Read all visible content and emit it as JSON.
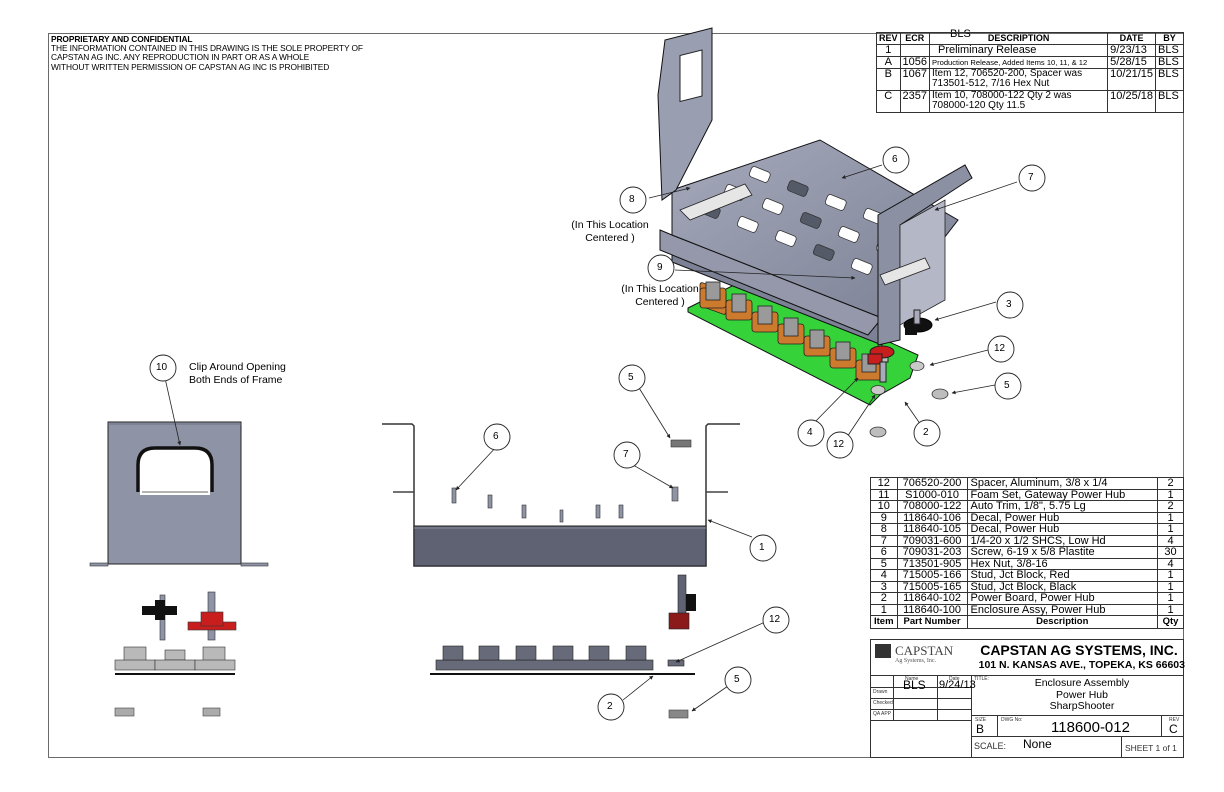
{
  "notice": {
    "heading": "PROPRIETARY AND CONFIDENTIAL",
    "lines": [
      "THE INFORMATION CONTAINED IN THIS DRAWING IS THE SOLE PROPERTY OF",
      "CAPSTAN AG INC. ANY REPRODUCTION IN PART OR AS A WHOLE",
      "WITHOUT WRITTEN PERMISSION OF CAPSTAN AG INC IS PROHIBITED"
    ]
  },
  "revision_table": {
    "headers": {
      "rev": "REV",
      "ecr": "ECR",
      "description": "DESCRIPTION",
      "date": "DATE",
      "by": "BY"
    },
    "overlap_text": "BLS",
    "rows": [
      {
        "rev": "1",
        "ecr": "",
        "description": "Preliminary Release",
        "date": "9/23/13",
        "by": "BLS"
      },
      {
        "rev": "A",
        "ecr": "1056",
        "description": "Production Release, Added Items 10, 11, & 12",
        "date": "5/28/15",
        "by": "BLS"
      },
      {
        "rev": "B",
        "ecr": "1067",
        "description": "Item 12, 706520-200, Spacer was 713501-512, 7/16 Hex Nut",
        "date": "10/21/15",
        "by": "BLS"
      },
      {
        "rev": "C",
        "ecr": "2357",
        "description": "Item 10, 708000-122 Qty 2 was 708000-120 Qty 11.5",
        "date": "10/25/18",
        "by": "BLS"
      }
    ]
  },
  "bom": {
    "headers": {
      "item": "Item",
      "part_number": "Part Number",
      "description": "Description",
      "qty": "Qty"
    },
    "rows": [
      {
        "item": "12",
        "part_number": "706520-200",
        "description": "Spacer, Aluminum, 3/8 x 1/4",
        "qty": "2"
      },
      {
        "item": "11",
        "part_number": "S1000-010",
        "description": "Foam Set, Gateway Power Hub",
        "qty": "1"
      },
      {
        "item": "10",
        "part_number": "708000-122",
        "description": "Auto Trim, 1/8\", 5.75 Lg",
        "qty": "2"
      },
      {
        "item": "9",
        "part_number": "118640-106",
        "description": "Decal, Power Hub",
        "qty": "1"
      },
      {
        "item": "8",
        "part_number": "118640-105",
        "description": "Decal, Power Hub",
        "qty": "1"
      },
      {
        "item": "7",
        "part_number": "709031-600",
        "description": "1/4-20 x 1/2 SHCS, Low Hd",
        "qty": "4"
      },
      {
        "item": "6",
        "part_number": "709031-203",
        "description": "Screw, 6-19 x 5/8 Plastite",
        "qty": "30"
      },
      {
        "item": "5",
        "part_number": "713501-905",
        "description": "Hex Nut, 3/8-16",
        "qty": "4"
      },
      {
        "item": "4",
        "part_number": "715005-166",
        "description": "Stud, Jct Block, Red",
        "qty": "1"
      },
      {
        "item": "3",
        "part_number": "715005-165",
        "description": "Stud, Jct Block, Black",
        "qty": "1"
      },
      {
        "item": "2",
        "part_number": "118640-102",
        "description": "Power Board, Power Hub",
        "qty": "1"
      },
      {
        "item": "1",
        "part_number": "118640-100",
        "description": "Enclosure Assy, Power Hub",
        "qty": "1"
      }
    ]
  },
  "title_block": {
    "logo_name": "CAPSTAN",
    "logo_sub": "Ag Systems, Inc.",
    "company": "CAPSTAN AG SYSTEMS, INC.",
    "address": "101 N. KANSAS AVE., TOPEKA, KS 66603",
    "name_label": "Name",
    "date_label": "Date",
    "drawn_label": "Drawn",
    "checked_label": "Checked",
    "qa_label": "QA APP",
    "drawn_by": "BLS",
    "drawn_date": "9/24/13",
    "title_label": "TITLE:",
    "title_lines": [
      "Enclosure Assembly",
      "Power Hub",
      "SharpShooter"
    ],
    "size_label": "SIZE",
    "size": "B",
    "dwg_label": "DWG No:",
    "dwg_no": "118600-012",
    "rev_label": "REV",
    "rev": "C",
    "scale_label": "SCALE:",
    "scale": "None",
    "sheet": "SHEET 1 of 1"
  },
  "callouts": {
    "location_note": [
      "(In This Location",
      "Centered )"
    ],
    "clip_note": [
      "Clip Around Opening",
      "Both Ends of Frame"
    ]
  },
  "balloons": {
    "b1": "1",
    "b2a": "2",
    "b2b": "2",
    "b3": "3",
    "b4": "4",
    "b5a": "5",
    "b5b": "5",
    "b5c": "5",
    "b6a": "6",
    "b6b": "6",
    "b7a": "7",
    "b7b": "7",
    "b8": "8",
    "b9": "9",
    "b10": "10",
    "b12a": "12",
    "b12b": "12",
    "b12c": "12"
  },
  "colors": {
    "steel": "#8e93a6",
    "steel_dark": "#5e6172",
    "board": "#35d23a",
    "foam": "#cc7a2e",
    "red_stud": "#c81e1e",
    "black_stud": "#111111"
  }
}
